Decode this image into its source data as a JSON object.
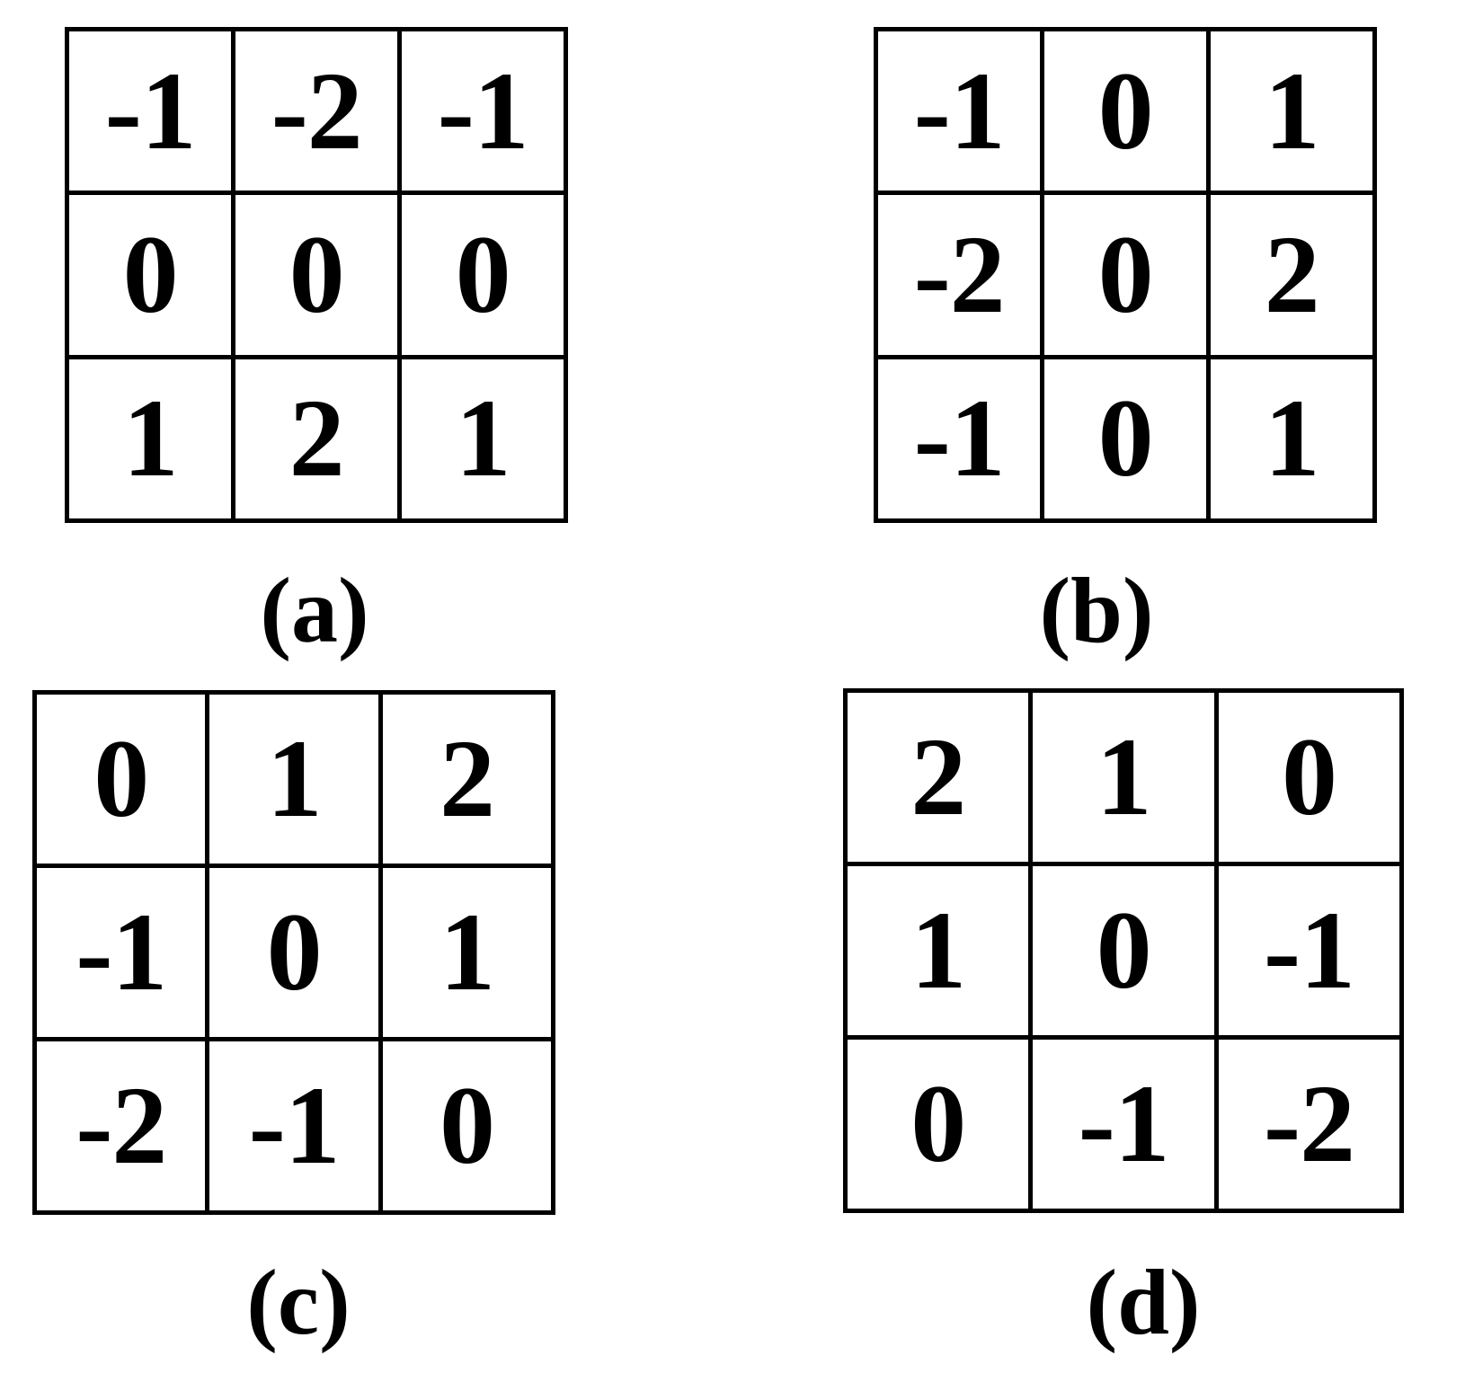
{
  "figure": {
    "background_color": "#ffffff",
    "line_color": "#000000",
    "text_color": "#000000"
  },
  "chart_data": {
    "type": "table",
    "title": "",
    "description": "Four 3x3 convolution kernel matrices labelled (a) through (d)",
    "panels": [
      {
        "id": "a",
        "caption": "(a)",
        "rows": [
          [
            "-1",
            "-2",
            "-1"
          ],
          [
            "0",
            "0",
            "0"
          ],
          [
            "1",
            "2",
            "1"
          ]
        ]
      },
      {
        "id": "b",
        "caption": "(b)",
        "rows": [
          [
            "-1",
            "0",
            "1"
          ],
          [
            "-2",
            "0",
            "2"
          ],
          [
            "-1",
            "0",
            "1"
          ]
        ]
      },
      {
        "id": "c",
        "caption": "(c)",
        "rows": [
          [
            "0",
            "1",
            "2"
          ],
          [
            "-1",
            "0",
            "1"
          ],
          [
            "-2",
            "-1",
            "0"
          ]
        ]
      },
      {
        "id": "d",
        "caption": "(d)",
        "rows": [
          [
            "2",
            "1",
            "0"
          ],
          [
            "1",
            "0",
            "-1"
          ],
          [
            "0",
            "-1",
            "-2"
          ]
        ]
      }
    ]
  }
}
